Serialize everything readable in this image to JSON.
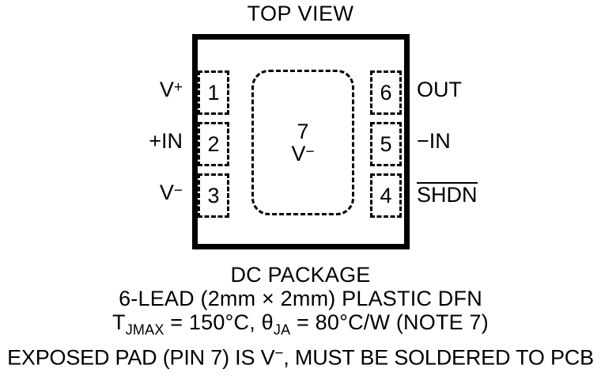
{
  "diagram": {
    "title": "TOP VIEW",
    "package_outline": {
      "name": "package-body"
    },
    "exposed_pad": {
      "pin_number": "7",
      "signal": "V",
      "signal_sign": "−"
    },
    "pins_left": [
      {
        "number": "1",
        "label": "V",
        "sign": "+"
      },
      {
        "number": "2",
        "label": "+IN",
        "sign": ""
      },
      {
        "number": "3",
        "label": "V",
        "sign": "−"
      }
    ],
    "pins_right": [
      {
        "number": "6",
        "label": "OUT",
        "overline": false
      },
      {
        "number": "5",
        "label": "−IN",
        "overline": false
      },
      {
        "number": "4",
        "label": "SHDN",
        "overline": true
      }
    ],
    "caption": {
      "package_name": "DC PACKAGE",
      "lead_description": "6-LEAD (2mm × 2mm) PLASTIC DFN",
      "thermal": {
        "tj_symbol": "T",
        "tj_subscript": "JMAX",
        "tj_value": " = 150°C, ",
        "theta_symbol": "θ",
        "theta_subscript": "JA",
        "theta_value": " = 80°C/W (NOTE 7)"
      },
      "exposed_pad_note_a": "EXPOSED PAD (PIN 7) IS V",
      "exposed_pad_note_sign": "−",
      "exposed_pad_note_b": ", MUST BE SOLDERED TO PCB"
    },
    "colors": {
      "ink": "#000000",
      "background": "#ffffff"
    }
  }
}
